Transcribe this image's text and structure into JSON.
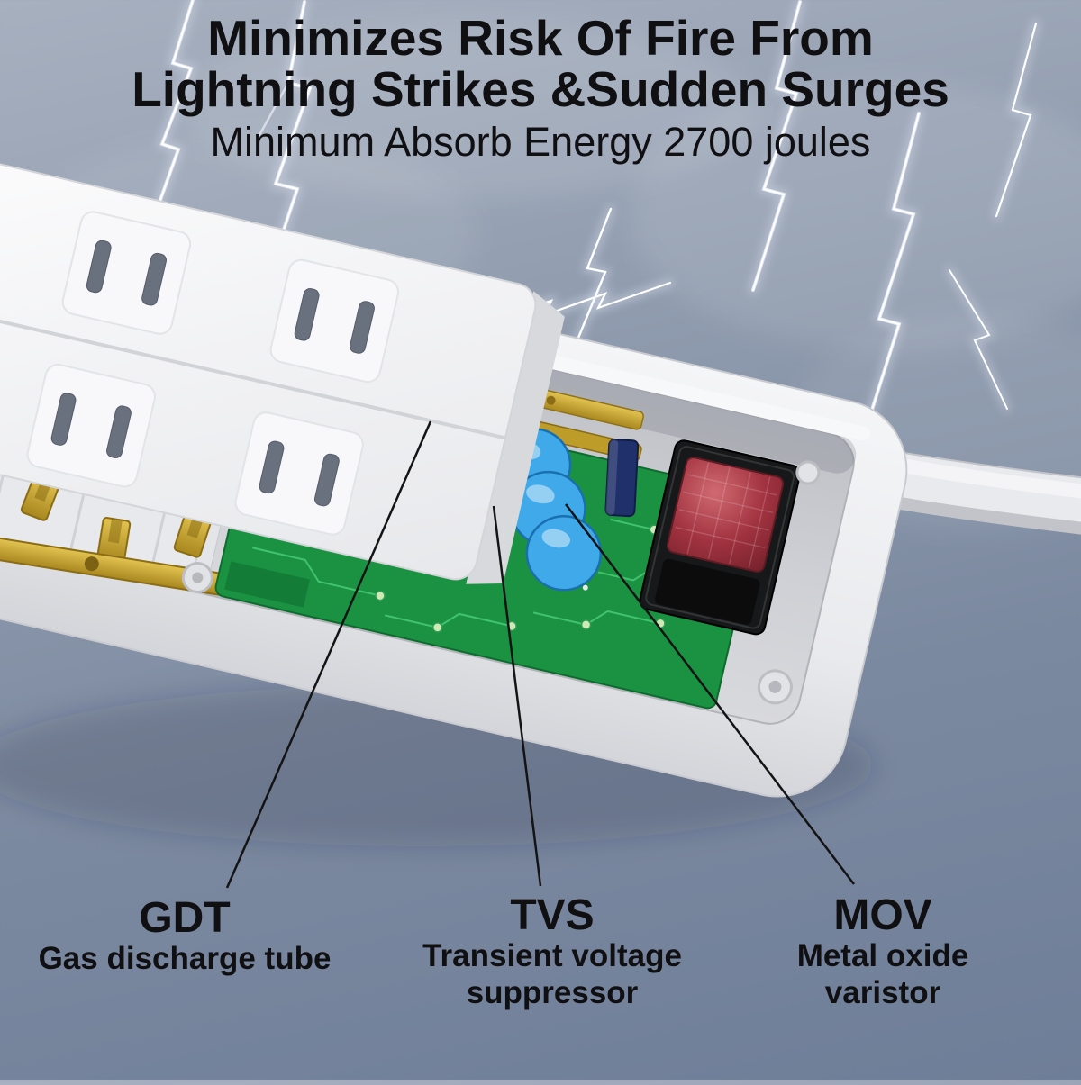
{
  "header": {
    "title_line1": "Minimizes Risk Of Fire From",
    "title_line2": "Lightning Strikes &Sudden Surges",
    "subtitle": "Minimum Absorb Energy 2700 joules"
  },
  "callouts": {
    "gdt": {
      "abbr": "GDT",
      "name": "Gas discharge tube"
    },
    "tvs": {
      "abbr": "TVS",
      "name_line1": "Transient voltage",
      "name_line2": "suppressor"
    },
    "mov": {
      "abbr": "MOV",
      "name": "Metal oxide varistor"
    }
  },
  "colors": {
    "sky_top": "#a7b0bf",
    "sky_bottom": "#6f7e98",
    "text": "#101013",
    "strip_white": "#f4f5f7",
    "tray_gray": "#cbccd1",
    "pcb_green": "#1b9242",
    "mov_blue": "#3fa9ea",
    "switch_red": "#a23340",
    "brass": "#c8a52f",
    "lightning": "#f6f9ff"
  }
}
